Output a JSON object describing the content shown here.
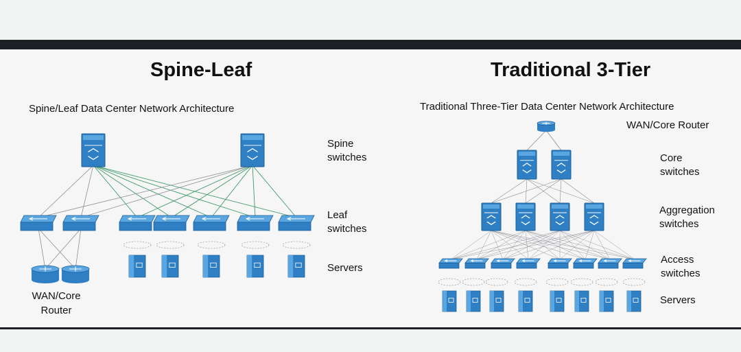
{
  "spine_leaf": {
    "title": "Spine-Leaf",
    "subtitle": "Spine/Leaf Data Center Network Architecture",
    "labels": {
      "spine_line1": "Spine",
      "spine_line2": "switches",
      "leaf_line1": "Leaf",
      "leaf_line2": "switches",
      "servers": "Servers",
      "router_line1": "WAN/Core",
      "router_line2": "Router"
    }
  },
  "three_tier": {
    "title": "Traditional 3-Tier",
    "subtitle": "Traditional Three-Tier Data Center Network Architecture",
    "labels": {
      "router": "WAN/Core Router",
      "core_line1": "Core",
      "core_line2": "switches",
      "aggregation_line1": "Aggregation",
      "aggregation_line2": "switches",
      "access_line1": "Access",
      "access_line2": "switches",
      "servers": "Servers"
    }
  },
  "colors": {
    "device_blue": "#2f7fc4",
    "device_light": "#5aa6e0",
    "device_dark": "#1d5f98",
    "link_green": "#3f9a6a",
    "link_gray": "#8a8f95"
  }
}
